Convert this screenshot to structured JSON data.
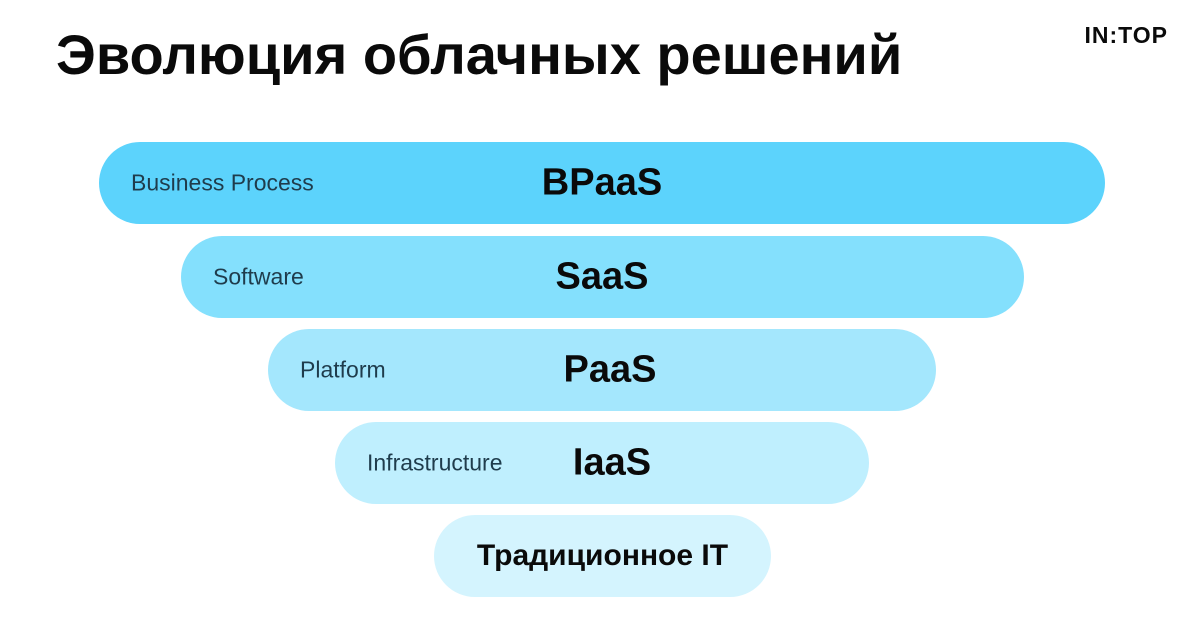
{
  "header": {
    "title": "Эволюция облачных решений",
    "logo_text": "IN:TOP"
  },
  "pyramid": {
    "levels": [
      {
        "label": "Business Process",
        "abbr": "BPaaS",
        "color": "#5cd3fc"
      },
      {
        "label": "Software",
        "abbr": "SaaS",
        "color": "#84e0fd"
      },
      {
        "label": "Platform",
        "abbr": "PaaS",
        "color": "#a4e7fd"
      },
      {
        "label": "Infrastructure",
        "abbr": "IaaS",
        "color": "#bfeffe"
      },
      {
        "label": "Традиционное IT",
        "color": "#d4f4fe"
      }
    ]
  }
}
